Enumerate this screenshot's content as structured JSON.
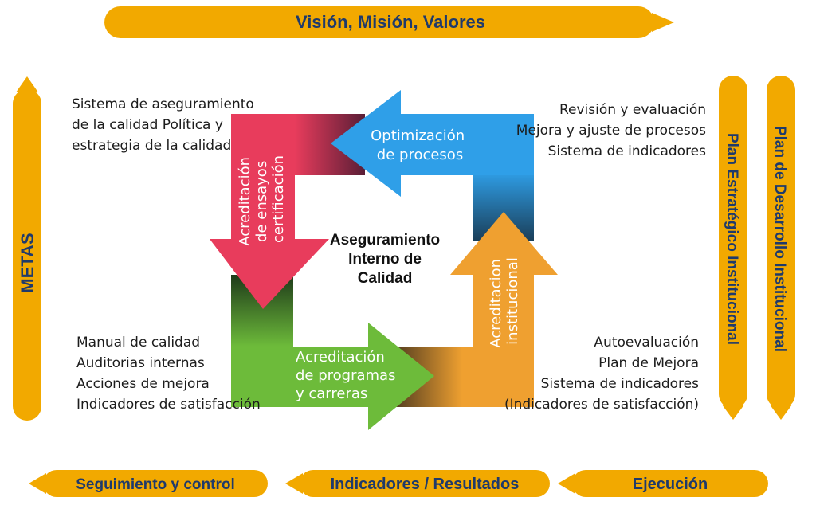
{
  "colors": {
    "bar": "#f2a900",
    "bar_text": "#1f3a6b",
    "red_arrow": "#e83c5c",
    "blue_arrow": "#2f9fe8",
    "orange_arrow": "#efa030",
    "green_arrow": "#6dbb3a"
  },
  "top_bar": {
    "label": "Visión, Misión, Valores"
  },
  "left_bar": {
    "label": "METAS"
  },
  "right_bars": [
    {
      "label": "Plan Estratégico Institucional"
    },
    {
      "label": "Plan de Desarrollo Institucional"
    }
  ],
  "bottom_bars": [
    {
      "label": "Seguimiento y control"
    },
    {
      "label": "Indicadores / Resultados"
    },
    {
      "label": "Ejecución"
    }
  ],
  "center": {
    "lines": [
      "Aseguramiento",
      "Interno de",
      "Calidad"
    ]
  },
  "arrows": {
    "red": {
      "lines": [
        "Acreditación",
        "de ensayos",
        "certificación"
      ]
    },
    "blue": {
      "lines": [
        "Optimización",
        "de procesos"
      ]
    },
    "orange": {
      "lines": [
        "Acreditacion",
        "institucional"
      ]
    },
    "green": {
      "lines": [
        "Acreditación",
        "de programas",
        "y carreras"
      ]
    }
  },
  "blocks": {
    "top_left": [
      "Sistema de aseguramiento",
      "de la calidad Política y",
      "estrategia de la calidad"
    ],
    "top_right": [
      "Revisión y evaluación",
      "Mejora y ajuste de procesos",
      "Sistema de indicadores"
    ],
    "bottom_left": [
      "Manual de calidad",
      "Auditorias internas",
      "Acciones de mejora",
      "Indicadores de satisfacción"
    ],
    "bottom_right": [
      "Autoevaluación",
      "Plan de Mejora",
      "Sistema de indicadores",
      "(Indicadores de satisfacción)"
    ]
  }
}
